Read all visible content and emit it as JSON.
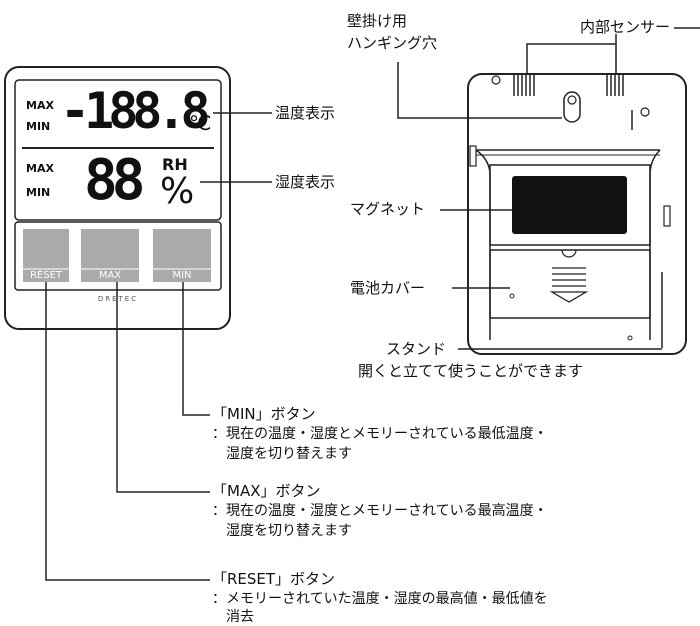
{
  "front": {
    "max_label_1": "MAX",
    "min_label_1": "MIN",
    "temp_digits": "-188.8",
    "temp_unit": "℃",
    "max_label_2": "MAX",
    "min_label_2": "MIN",
    "hum_digits": "88",
    "rh": "RH",
    "percent": "%",
    "btn_reset": "RESET",
    "btn_max": "MAX",
    "btn_min": "MIN",
    "brand": "DRETEC"
  },
  "callouts": {
    "temp_display": "温度表示",
    "hum_display": "湿度表示",
    "hanging_hole_1": "壁掛け用",
    "hanging_hole_2": "ハンギング穴",
    "sensor": "内部センサー",
    "magnet": "マグネット",
    "battery_cover": "電池カバー",
    "stand": "スタンド",
    "stand_desc": "開くと立てて使うことができます",
    "min_title": "「MIN」ボタン",
    "min_desc_1": "：現在の温度・湿度とメモリーされている最低温度・",
    "min_desc_2": "湿度を切り替えます",
    "max_title": "「MAX」ボタン",
    "max_desc_1": "：現在の温度・湿度とメモリーされている最高温度・",
    "max_desc_2": "湿度を切り替えます",
    "reset_title": "「RESET」ボタン",
    "reset_desc_1": "：メモリーされていた温度・湿度の最高値・最低値を",
    "reset_desc_2": "消去"
  }
}
